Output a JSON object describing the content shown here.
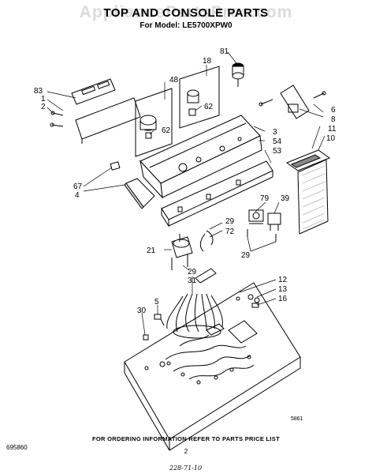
{
  "header": {
    "title": "TOP AND CONSOLE PARTS",
    "model_line": "For Model: LE5700XPW0"
  },
  "watermark": "AppliancePartsPros.com",
  "callouts": {
    "c83": "83",
    "c1": "1",
    "c2": "2",
    "c48": "48",
    "c18": "18",
    "c81": "81",
    "c62a": "62",
    "c62b": "62",
    "c6": "6",
    "c8": "8",
    "c11": "11",
    "c10": "10",
    "c3": "3",
    "c54": "54",
    "c53": "53",
    "c67": "67",
    "c4": "4",
    "c79": "79",
    "c39": "39",
    "c29a": "29",
    "c72": "72",
    "c21": "21",
    "c29b": "29",
    "c31": "31",
    "c29c": "29",
    "c12": "12",
    "c13": "13",
    "c16": "16",
    "c5": "5",
    "c30": "30"
  },
  "footer": {
    "note": "FOR ORDERING INFORMATION REFER TO PARTS PRICE LIST",
    "part_number": "695860",
    "page_number": "2",
    "handwritten": "228-71-10",
    "figure_id": "5861"
  }
}
